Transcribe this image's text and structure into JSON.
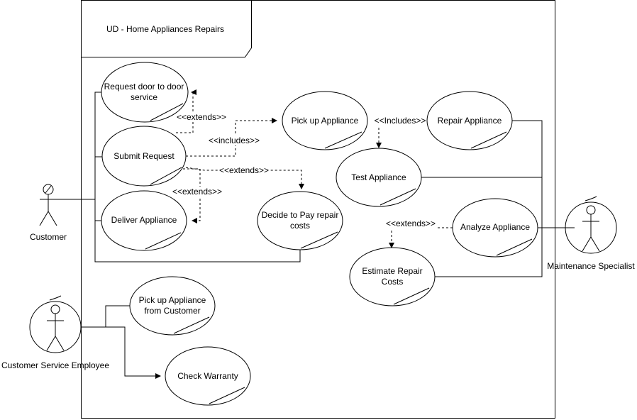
{
  "diagram": {
    "title": "UD - Home Appliances Repairs",
    "actors": {
      "customer": "Customer",
      "customer_service": "Customer Service Employee",
      "maintenance": "Maintenance Specialist"
    },
    "use_cases": {
      "request_door": [
        "Request door to door",
        "service"
      ],
      "submit_request": "Submit Request",
      "deliver_appliance": "Deliver Appliance",
      "pick_up_appliance": "Pick up Appliance",
      "repair_appliance": "Repair Appliance",
      "test_appliance": "Test Appliance",
      "decide_pay": [
        "Decide to Pay repair",
        "costs"
      ],
      "analyze_appliance": "Analyze Appliance",
      "estimate_costs": [
        "Estimate Repair",
        "Costs"
      ],
      "pickup_from_customer": [
        "Pick up Appliance",
        "from Customer"
      ],
      "check_warranty": "Check Warranty"
    },
    "relations": {
      "extends_request": "<<extends>>",
      "includes_pickup": "<<includes>>",
      "extends_decide": "<<extends>>",
      "extends_deliver": "<<extends>>",
      "includes_test": "<<Includes>>",
      "extends_estimate": "<<extends>>"
    }
  }
}
